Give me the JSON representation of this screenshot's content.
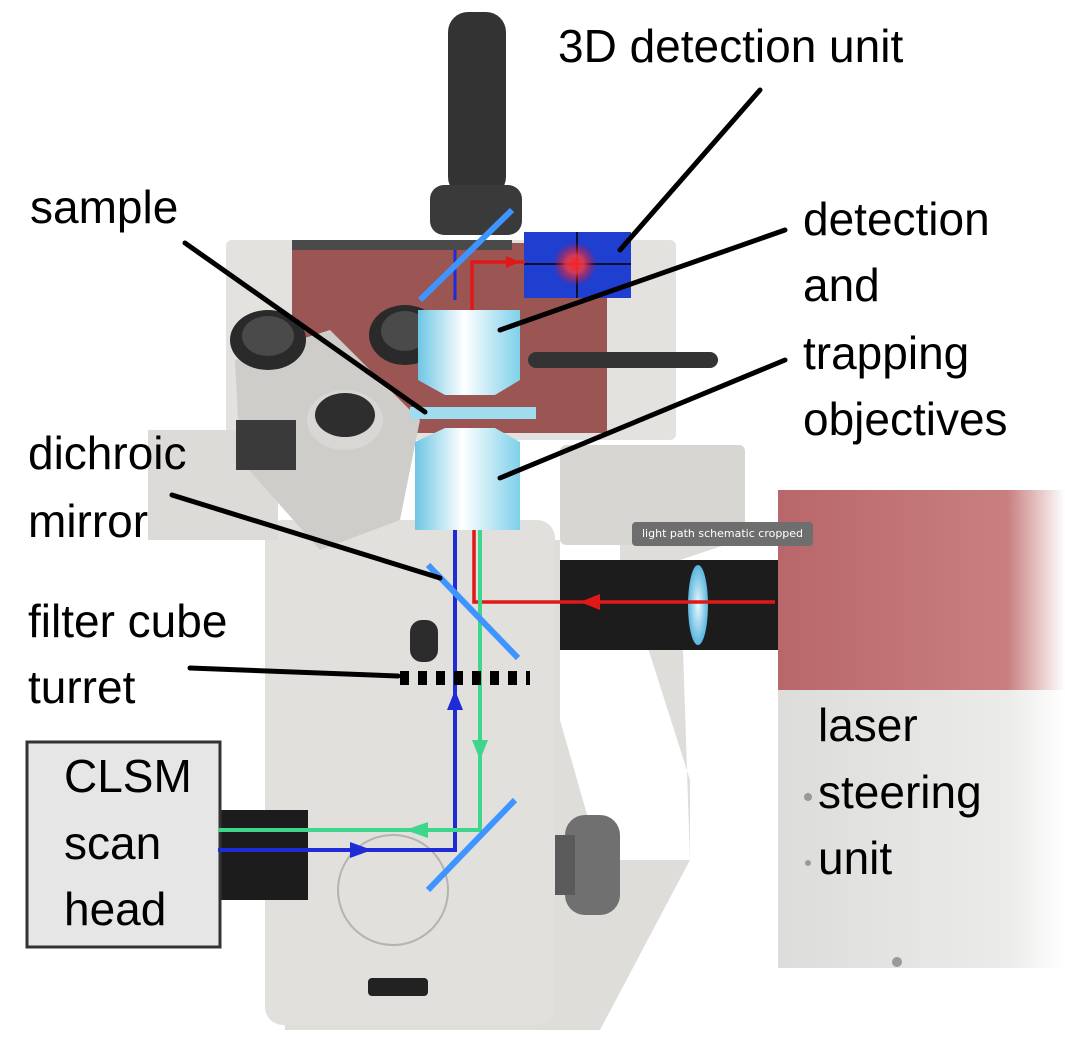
{
  "labels": {
    "detection_unit": "3D detection unit",
    "sample": "sample",
    "objectives_line1": "detection",
    "objectives_line2": "and",
    "objectives_line3": "trapping",
    "objectives_line4": "objectives",
    "dichroic_line1": "dichroic",
    "dichroic_line2": "mirror",
    "filter_line1": "filter cube",
    "filter_line2": "turret",
    "clsm_line1": "CLSM",
    "clsm_line2": "scan",
    "clsm_line3": "head",
    "laser_line1": "laser",
    "laser_line2": "steering",
    "laser_line3": "unit"
  },
  "tooltip": "light path schematic cropped",
  "colors": {
    "blue_beam": "#1f2bd6",
    "green_beam": "#3ed68a",
    "red_beam": "#e01818",
    "detection_box": "#1f3fd0",
    "objective": "#bfe8f5",
    "laser_unit_panel": "#b8676a",
    "microscope_body": "#e6e4e0",
    "rear_panel": "#9b5552"
  }
}
